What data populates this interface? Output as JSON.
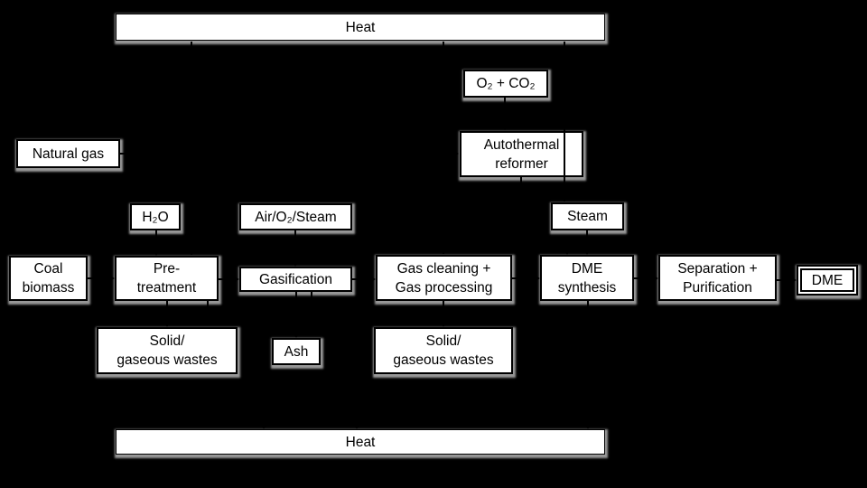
{
  "diagram_type": "process-flow-diagram",
  "colors": {
    "background": "#000000",
    "box_fill": "#ffffff",
    "box_border": "#000000",
    "box_shadow": "#989898",
    "text": "#000000",
    "arrow": "#000000"
  },
  "boxes": {
    "heat_top": {
      "label": "Heat"
    },
    "o2_co2": {
      "label": "O₂ + CO₂"
    },
    "natural_gas": {
      "label": "Natural gas"
    },
    "autothermal_reformer": {
      "label": "Autothermal\nreformer"
    },
    "h2o": {
      "label": "H₂O"
    },
    "air_o2_steam": {
      "label": "Air/O₂/Steam"
    },
    "steam": {
      "label": "Steam"
    },
    "coal_biomass": {
      "label": "Coal\nbiomass"
    },
    "pre_treatment": {
      "label": "Pre-\ntreatment"
    },
    "gasification": {
      "label": "Gasification"
    },
    "gas_cleaning": {
      "label": "Gas cleaning +\nGas processing"
    },
    "dme_synthesis": {
      "label": "DME\nsynthesis"
    },
    "separation_purification": {
      "label": "Separation +\nPurification"
    },
    "dme_product": {
      "label": "DME"
    },
    "solid_gaseous_wastes_left": {
      "label": "Solid/\ngaseous wastes"
    },
    "ash": {
      "label": "Ash"
    },
    "solid_gaseous_wastes_right": {
      "label": "Solid/\ngaseous wastes"
    },
    "heat_bottom": {
      "label": "Heat"
    }
  },
  "edges": [
    {
      "from": "natural_gas",
      "to": "autothermal_reformer"
    },
    {
      "from": "o2_co2",
      "to": "autothermal_reformer"
    },
    {
      "from": "heat_top",
      "to": "pre_treatment"
    },
    {
      "from": "heat_top",
      "to": "gas_cleaning"
    },
    {
      "from": "heat_top",
      "to": "steam"
    },
    {
      "from": "coal_biomass",
      "to": "pre_treatment"
    },
    {
      "from": "pre_treatment",
      "to": "gasification"
    },
    {
      "from": "gasification",
      "to": "gas_cleaning"
    },
    {
      "from": "gas_cleaning",
      "to": "dme_synthesis"
    },
    {
      "from": "dme_synthesis",
      "to": "separation_purification"
    },
    {
      "from": "separation_purification",
      "to": "dme_product"
    },
    {
      "from": "h2o",
      "to": "pre_treatment"
    },
    {
      "from": "air_o2_steam",
      "to": "gasification"
    },
    {
      "from": "autothermal_reformer",
      "to": "dme_synthesis"
    },
    {
      "from": "steam",
      "to": "dme_synthesis"
    },
    {
      "from": "pre_treatment",
      "to": "solid_gaseous_wastes_left"
    },
    {
      "from": "gasification",
      "to": "ash"
    },
    {
      "from": "gas_cleaning",
      "to": "solid_gaseous_wastes_right"
    },
    {
      "from": "pre_treatment",
      "to": "heat_bottom"
    },
    {
      "from": "gasification",
      "to": "heat_bottom"
    },
    {
      "from": "dme_synthesis",
      "to": "heat_bottom"
    }
  ]
}
